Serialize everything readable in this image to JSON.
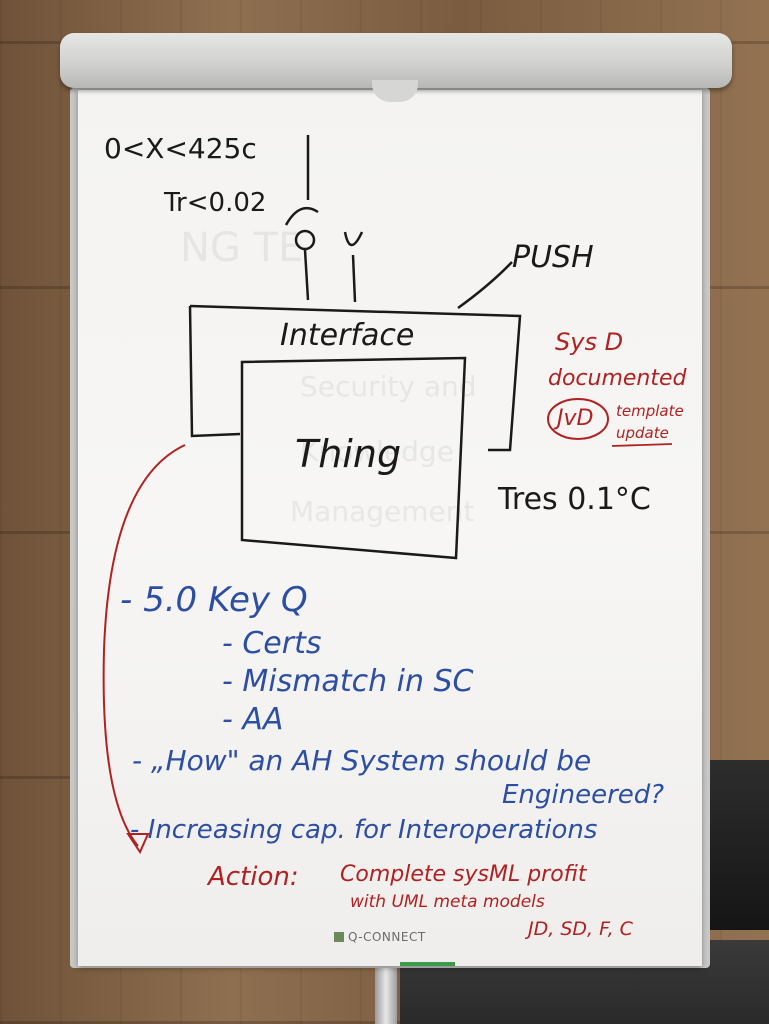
{
  "flipchart": {
    "top_notes": {
      "range": "0<X<425c",
      "tr": "Tr<0.02",
      "push": "PUSH"
    },
    "diagram": {
      "interface": "Interface",
      "thing": "Thing",
      "tres": "Tres 0.1°C"
    },
    "ghost_text": [
      "NG TE",
      "Security and",
      "Knowledge",
      "Management"
    ],
    "red_side_note": {
      "line1": "Sys D",
      "line2": "documented",
      "circle": "JvD",
      "line3": "template",
      "line4": "update"
    },
    "blue_list": {
      "item1": "- 5.0 Key Q",
      "sub1": "- Certs",
      "sub2": "- Mismatch in SC",
      "sub3": "- AA",
      "item2": "- „How\" an AH System should be",
      "item2b": "Engineered?",
      "item3": "- Increasing cap. for Interoperations"
    },
    "action": {
      "label": "Action:",
      "text1": "Complete sysML profit",
      "text2": "with UML meta models",
      "owners": "JD, SD, F, C"
    },
    "brand": "Q-CONNECT"
  },
  "colors": {
    "black_ink": "#1a1a1a",
    "blue_ink": "#2d4fa3",
    "red_ink": "#b02222"
  }
}
